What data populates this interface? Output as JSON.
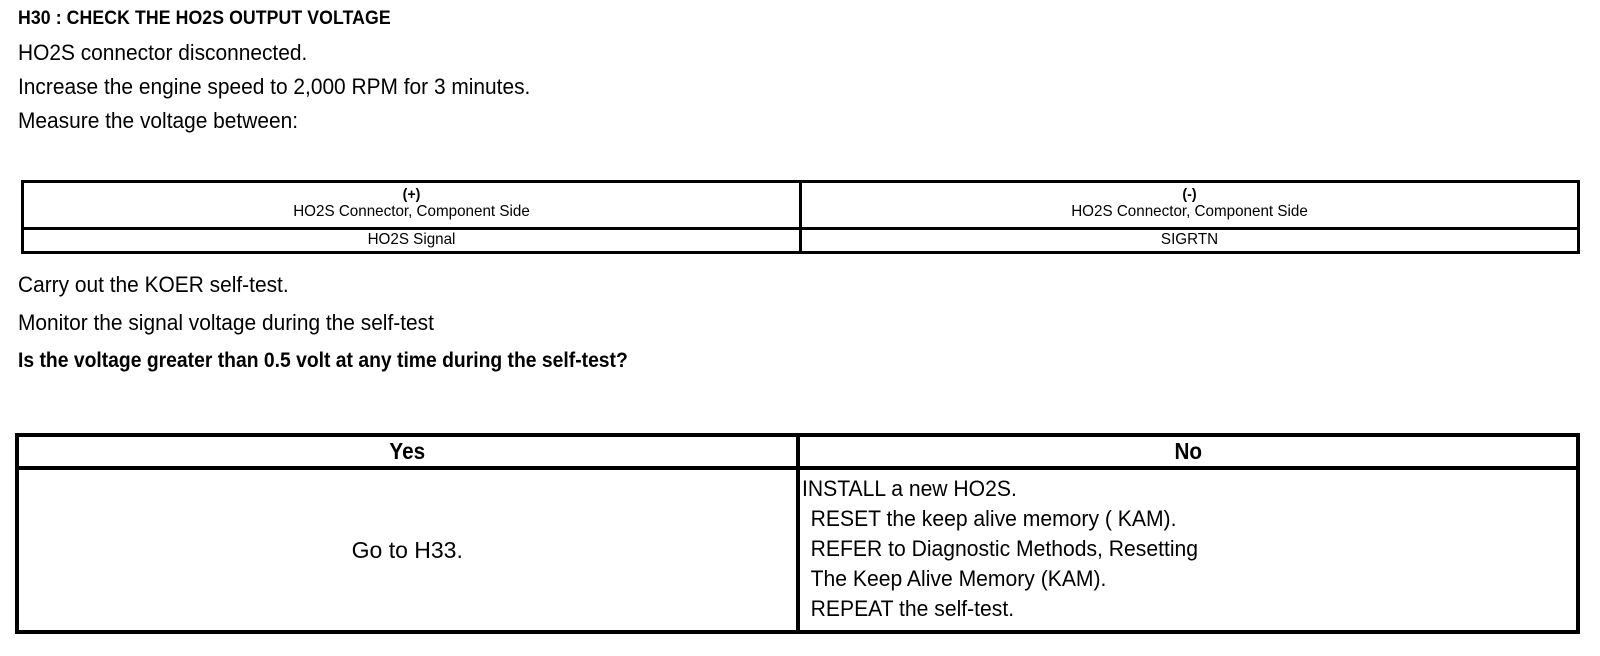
{
  "header": {
    "step_title": "H30 : CHECK THE HO2S OUTPUT VOLTAGE",
    "instructions": [
      "HO2S connector disconnected.",
      "Increase the engine speed to 2,000 RPM for 3 minutes.",
      "Measure the voltage between:"
    ]
  },
  "connector_table": {
    "columns": [
      {
        "sign": "(+)",
        "description": "HO2S Connector, Component Side",
        "pin": "HO2S Signal"
      },
      {
        "sign": "(-)",
        "description": "HO2S Connector, Component Side",
        "pin": "SIGRTN"
      }
    ]
  },
  "middle": {
    "instructions": [
      "Carry out the KOER self-test.",
      "Monitor the signal voltage during the self-test"
    ],
    "question": "Is the voltage greater than 0.5 volt at any time during the self-test?"
  },
  "decision_table": {
    "headers": {
      "yes": "Yes",
      "no": "No"
    },
    "yes_action": "Go to H33.",
    "no_actions": [
      "INSTALL a new HO2S.",
      "RESET the keep alive memory ( KAM).",
      "REFER to  Diagnostic Methods, Resetting",
      "The Keep Alive Memory (KAM).",
      "REPEAT the self-test."
    ]
  },
  "style": {
    "ink": "#000000",
    "paper": "#ffffff"
  }
}
